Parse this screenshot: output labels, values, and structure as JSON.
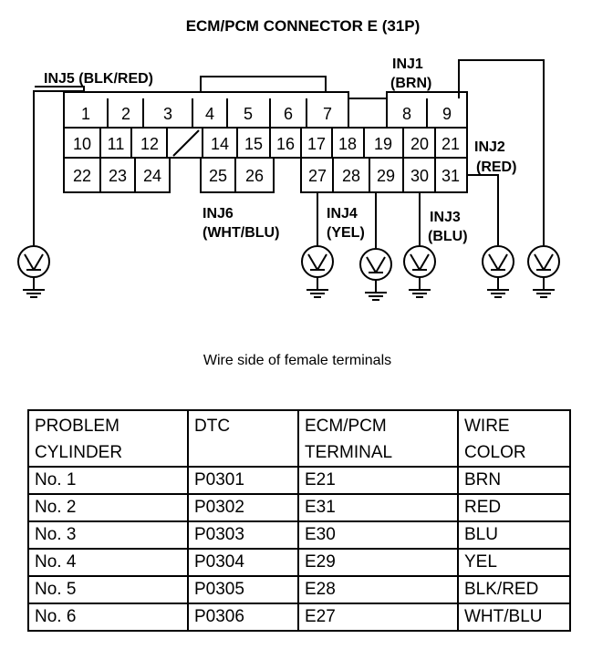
{
  "title": "ECM/PCM CONNECTOR E (31P)",
  "caption": "Wire side of female terminals",
  "pins": {
    "p1": "1",
    "p2": "2",
    "p3": "3",
    "p4": "4",
    "p5": "5",
    "p6": "6",
    "p7": "7",
    "p8": "8",
    "p9": "9",
    "p10": "10",
    "p11": "11",
    "p12": "12",
    "p14": "14",
    "p15": "15",
    "p16": "16",
    "p17": "17",
    "p18": "18",
    "p19": "19",
    "p20": "20",
    "p21": "21",
    "p22": "22",
    "p23": "23",
    "p24": "24",
    "p25": "25",
    "p26": "26",
    "p27": "27",
    "p28": "28",
    "p29": "29",
    "p30": "30",
    "p31": "31"
  },
  "injectors": {
    "inj5": "INJ5 (BLK/RED)",
    "inj1_a": "INJ1",
    "inj1_b": "(BRN)",
    "inj2_a": "INJ2",
    "inj2_b": "(RED)",
    "inj6_a": "INJ6",
    "inj6_b": "(WHT/BLU)",
    "inj4_a": "INJ4",
    "inj4_b": "(YEL)",
    "inj3_a": "INJ3",
    "inj3_b": "(BLU)"
  },
  "table": {
    "headers": [
      [
        "PROBLEM",
        "CYLINDER"
      ],
      [
        "DTC",
        ""
      ],
      [
        "ECM/PCM",
        "TERMINAL"
      ],
      [
        "WIRE",
        "COLOR"
      ]
    ],
    "rows": [
      [
        "No. 1",
        "P0301",
        "E21",
        "BRN"
      ],
      [
        "No. 2",
        "P0302",
        "E31",
        "RED"
      ],
      [
        "No. 3",
        "P0303",
        "E30",
        "BLU"
      ],
      [
        "No. 4",
        "P0304",
        "E29",
        "YEL"
      ],
      [
        "No. 5",
        "P0305",
        "E28",
        "BLK/RED"
      ],
      [
        "No. 6",
        "P0306",
        "E27",
        "WHT/BLU"
      ]
    ]
  }
}
